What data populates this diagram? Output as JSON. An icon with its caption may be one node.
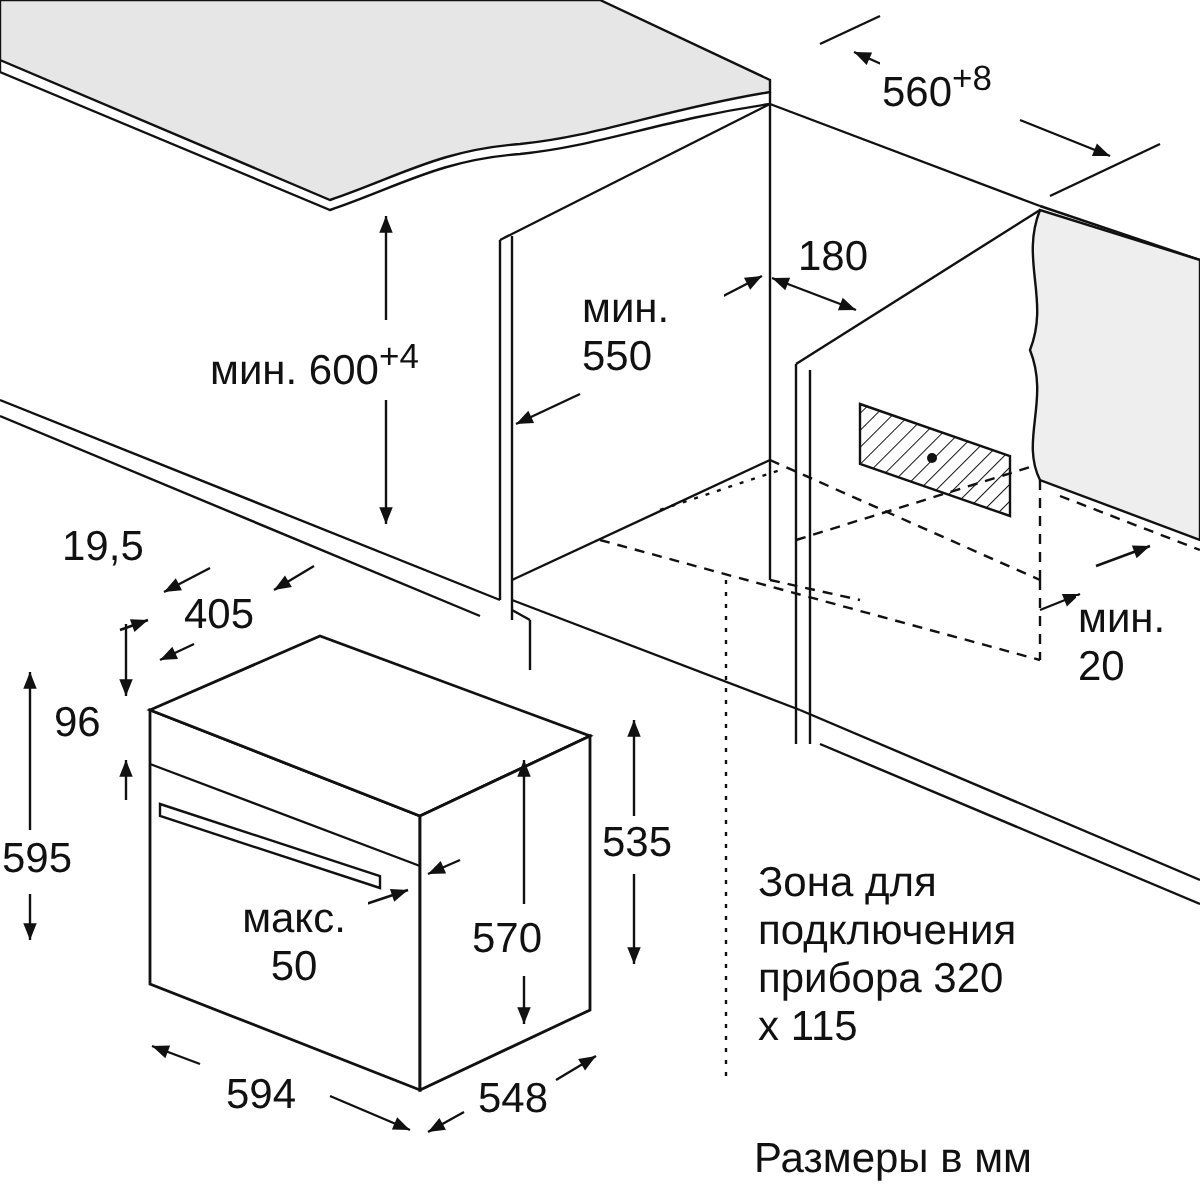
{
  "diagram": {
    "caption": "Размеры в мм",
    "labels": [
      "560$^{+8}$",
      "мин. 600$^{+4}$",
      "мин. 550",
      "180",
      "19,5",
      "405",
      "мин. 20",
      "96",
      "595",
      "535",
      "570",
      "макс. 50",
      "594",
      "548",
      "Зона для подключения прибора 320 x 115"
    ]
  }
}
